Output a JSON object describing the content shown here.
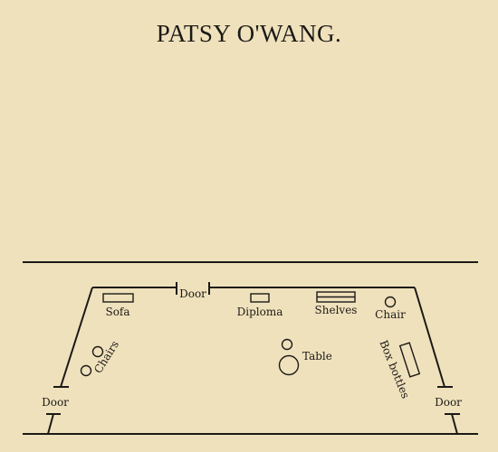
{
  "title": "PATSY O'WANG.",
  "labels": {
    "sofa": "Sofa",
    "door_top": "Door",
    "diploma": "Diploma",
    "shelves": "Shelves",
    "chair": "Chair",
    "chairs": "Chairs",
    "table": "Table",
    "box_bottles": "Box bottles",
    "door_left": "Door",
    "door_right": "Door"
  }
}
